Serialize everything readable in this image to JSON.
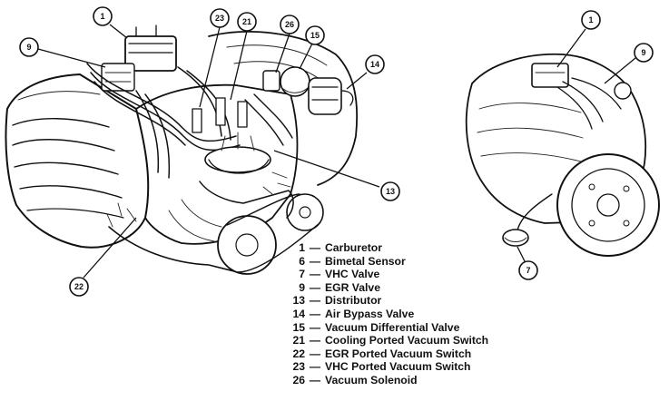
{
  "callouts": {
    "c1a": "1",
    "c9a": "9",
    "c23": "23",
    "c21": "21",
    "c26": "26",
    "c15": "15",
    "c14": "14",
    "c13": "13",
    "c22": "22",
    "c1b": "1",
    "c9b": "9",
    "c7": "7"
  },
  "legend": [
    {
      "num": "1",
      "dash": "—",
      "label": "Carburetor"
    },
    {
      "num": "6",
      "dash": "—",
      "label": "Bimetal Sensor"
    },
    {
      "num": "7",
      "dash": "—",
      "label": "VHC Valve"
    },
    {
      "num": "9",
      "dash": "—",
      "label": "EGR Valve"
    },
    {
      "num": "13",
      "dash": "—",
      "label": "Distributor"
    },
    {
      "num": "14",
      "dash": "—",
      "label": "Air Bypass Valve"
    },
    {
      "num": "15",
      "dash": "—",
      "label": "Vacuum Differential Valve"
    },
    {
      "num": "21",
      "dash": "—",
      "label": "Cooling Ported Vacuum Switch"
    },
    {
      "num": "22",
      "dash": "—",
      "label": "EGR Ported Vacuum Switch"
    },
    {
      "num": "23",
      "dash": "—",
      "label": "VHC Ported Vacuum Switch"
    },
    {
      "num": "26",
      "dash": "—",
      "label": "Vacuum Solenoid"
    }
  ]
}
